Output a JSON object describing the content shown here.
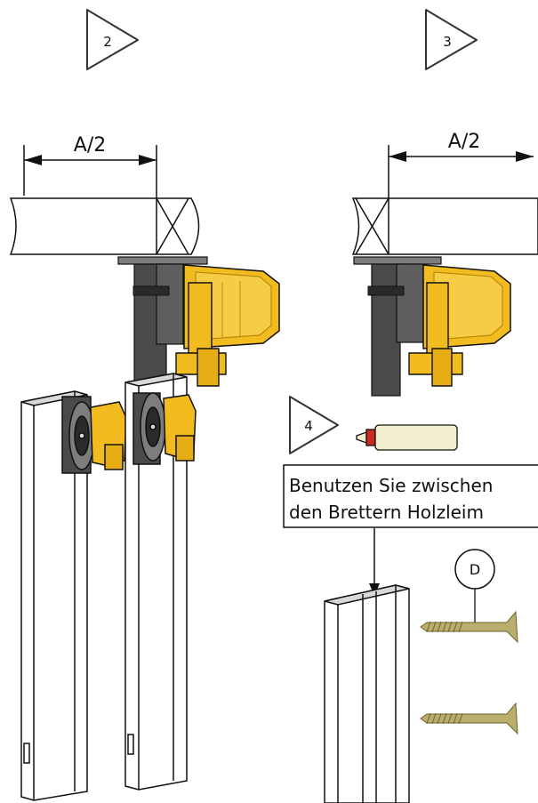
{
  "steps": {
    "step2": "2",
    "step3": "3",
    "step4": "4"
  },
  "dimensions": {
    "left": "A/2",
    "right": "A/2"
  },
  "note": {
    "line1": "Benutzen Sie zwischen",
    "line2": "den Brettern Holzleim"
  },
  "callout": {
    "screw_label": "D"
  },
  "colors": {
    "bracket_yellow": "#f2bb1f",
    "bracket_yellow_dark": "#b98a0c",
    "dark_gray": "#4a4a4a",
    "mid_gray": "#7d7d7d",
    "light_gray": "#d9d9d9",
    "glue_body": "#f3eed0",
    "glue_cap": "#cc2a1e",
    "screw": "#b9ae6b",
    "outline": "#111111"
  },
  "icons": {
    "step_marker": "triangle-step-icon",
    "glue": "glue-bottle-icon",
    "screw": "wood-screw-icon",
    "wheel": "roller-wheel-icon"
  }
}
